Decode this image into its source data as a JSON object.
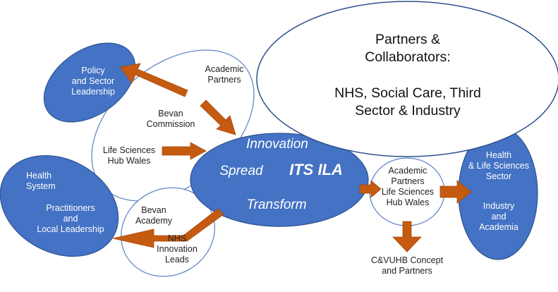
{
  "colors": {
    "node_fill": "#4472C4",
    "node_stroke": "#2F528F",
    "outline_stroke": "#5B7FC2",
    "arrow": "#C55A11",
    "callout_stroke": "#2F528F"
  },
  "callout": {
    "line1": "Partners &",
    "line2": "Collaborators:",
    "line3": "NHS, Social Care, Third",
    "line4": "Sector & Industry"
  },
  "policy": {
    "line1": "Policy",
    "line2": "and Sector",
    "line3": "Leadership"
  },
  "health": {
    "line1": "Health",
    "line2": "System",
    "line3": "Practitioners",
    "line4": "and",
    "line5": "Local Leadership"
  },
  "center": {
    "innovation": "Innovation",
    "spread": "Spread",
    "its_ila": "ITS ILA",
    "transform": "Transform"
  },
  "upper_group": {
    "academic_1": "Academic",
    "academic_2": "Partners",
    "bevan_1": "Bevan",
    "bevan_2": "Commission",
    "lifesci_1": "Life Sciences",
    "lifesci_2": "Hub Wales"
  },
  "lower_group": {
    "bevan_academy_1": "Bevan",
    "bevan_academy_2": "Academy",
    "nhs_1": "NHS",
    "nhs_2": "Innovation",
    "nhs_3": "Leads"
  },
  "right_group": {
    "line1": "Academic",
    "line2": "Partners",
    "line3": "Life Sciences",
    "line4": "Hub Wales"
  },
  "sector": {
    "line1": "Health",
    "line2": "& Life Sciences",
    "line3": "Sector",
    "line4": "Industry",
    "line5": "and",
    "line6": "Academia"
  },
  "bottom": {
    "line1": "C&VUHB Concept",
    "line2": "and Partners"
  }
}
